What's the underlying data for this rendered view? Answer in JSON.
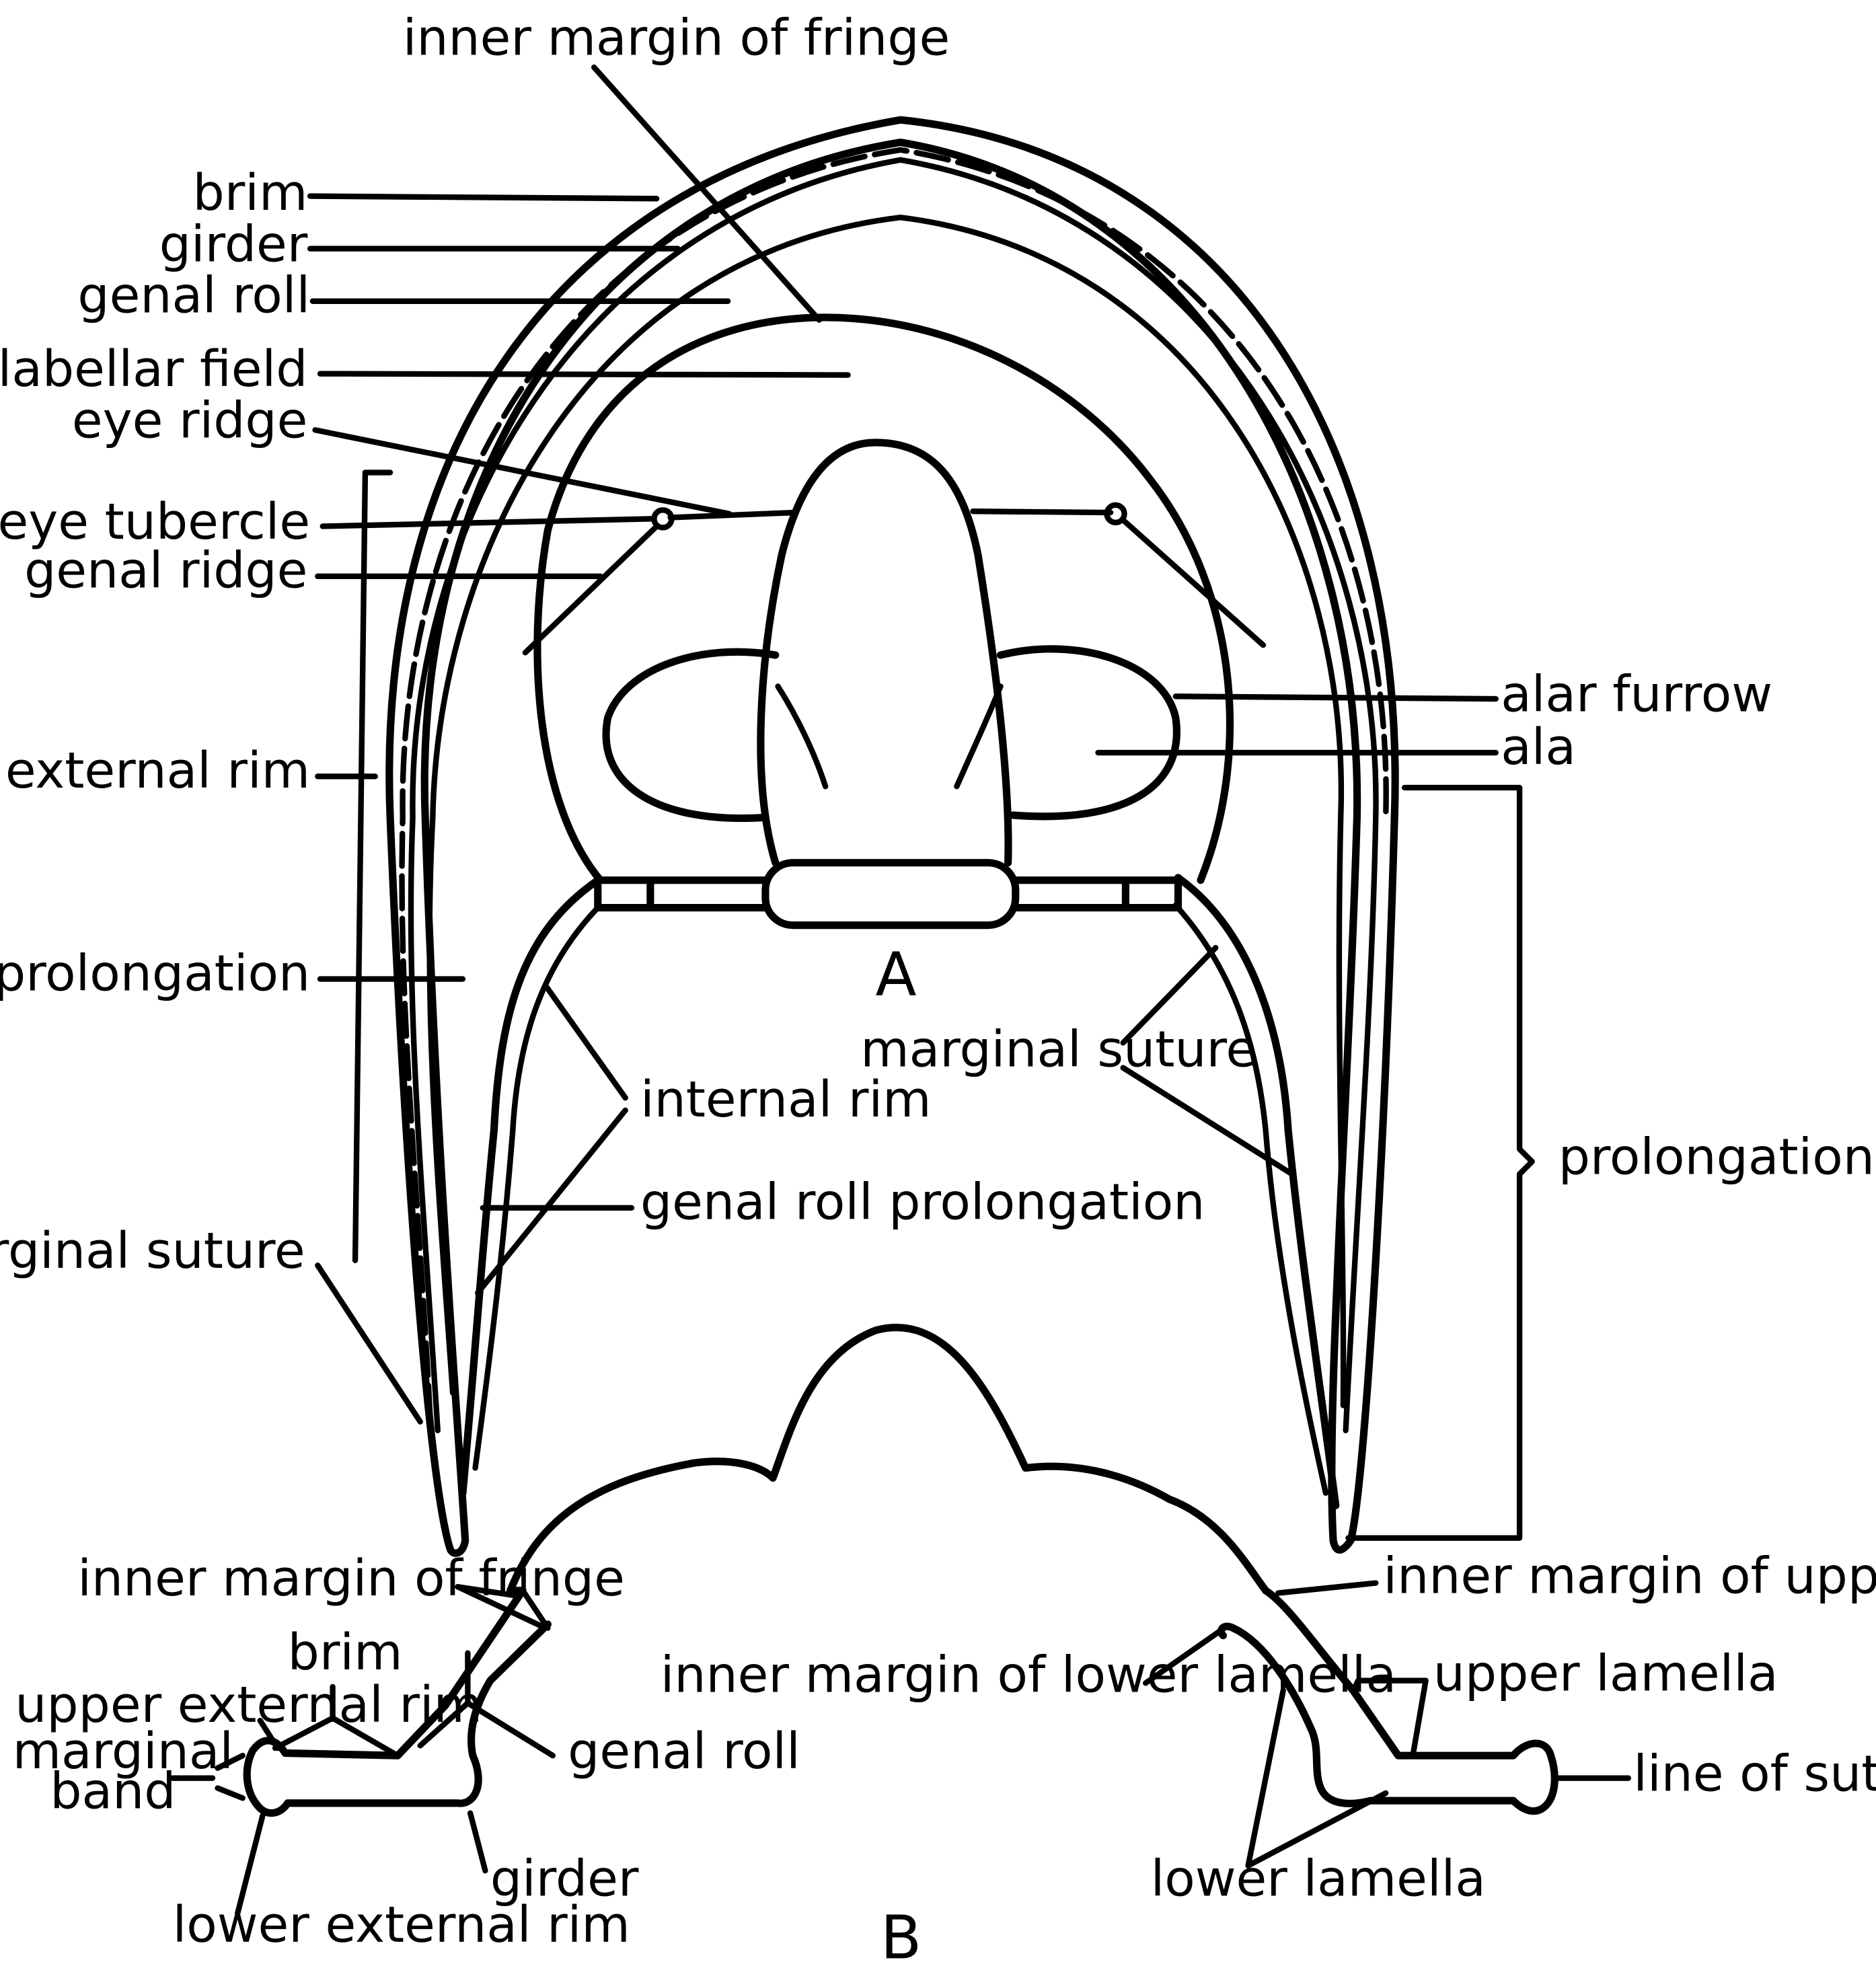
{
  "view_a": {
    "letter": "A",
    "labels": {
      "inner_margin_of_fringe": "inner margin of fringe",
      "brim": "brim",
      "girder": "girder",
      "genal_roll": "genal roll",
      "preglabellar_field": "preglabellar field",
      "eye_ridge": "eye ridge",
      "eye_tubercle": "eye tubercle",
      "genal_ridge": "genal ridge",
      "external_rim": "external rim",
      "brim_prolongation": "brim prolongation",
      "marginal_suture_left": "marginal suture",
      "internal_rim": "internal rim",
      "genal_roll_prolongation": "genal roll prolongation",
      "marginal_suture_center": "marginal suture",
      "alar_furrow": "alar furrow",
      "ala": "ala",
      "prolongation": "prolongation"
    }
  },
  "view_b": {
    "letter": "B",
    "labels": {
      "inner_margin_of_fringe": "inner margin of fringe",
      "brim": "brim",
      "upper_external_rim": "upper external rim",
      "marginal_band_1": "marginal",
      "marginal_band_2": "band",
      "genal_roll": "genal roll",
      "girder": "girder",
      "lower_external_rim": "lower external rim",
      "inner_margin_of_upper_lamella": "inner margin of upper lamella",
      "inner_margin_of_lower_lamella": "inner margin of lower lamella",
      "upper_lamella": "upper lamella",
      "line_of_suture": "line of suture",
      "lower_lamella": "lower lamella"
    }
  }
}
